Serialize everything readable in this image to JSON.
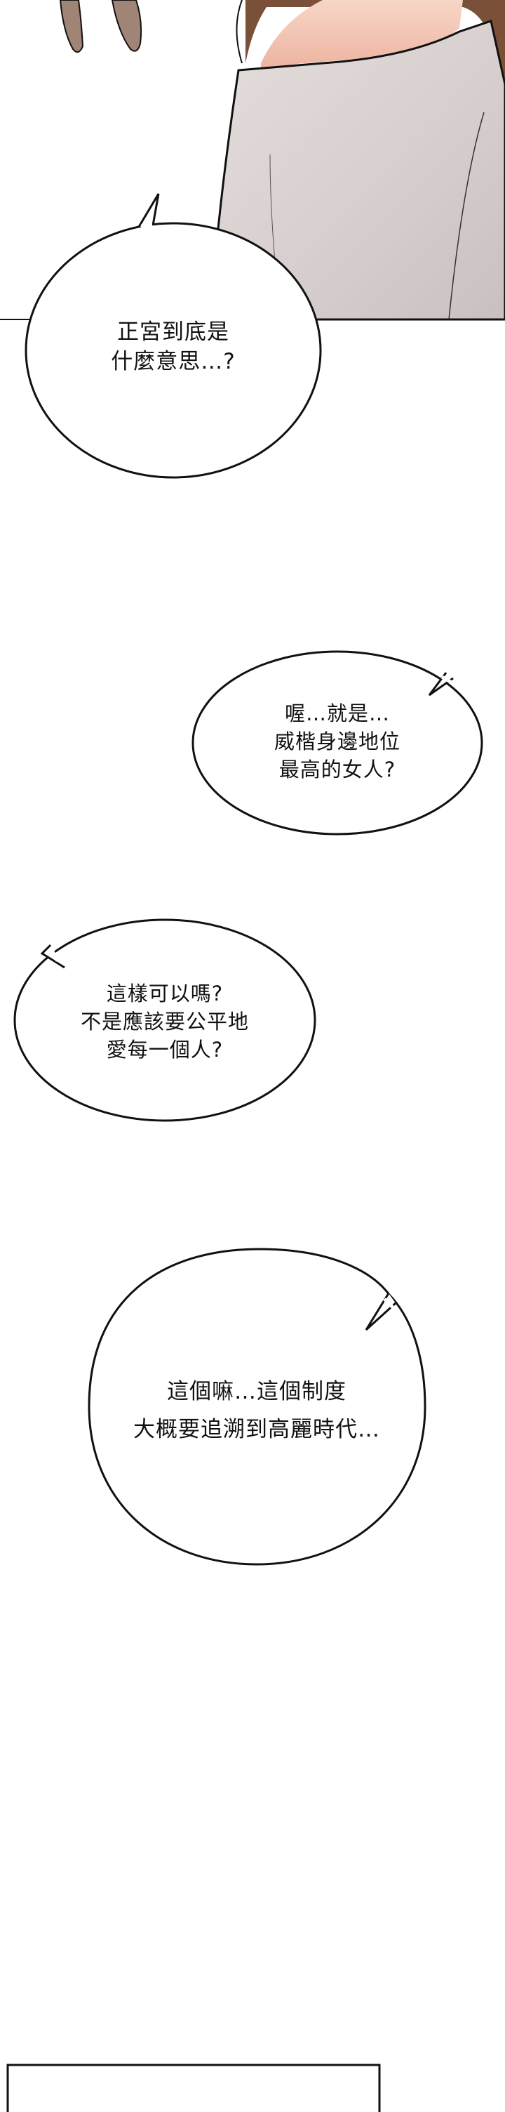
{
  "page": {
    "background": "#ffffff"
  },
  "top_panel": {
    "colors": {
      "shirt": "#d9d2d1",
      "skin": "#f3c7b6",
      "hair": "#7a5038",
      "ears": "#a08577",
      "outline": "#111111"
    }
  },
  "bubbles": [
    {
      "lines": [
        "正宮到底是",
        "什麼意思…?"
      ]
    },
    {
      "lines": [
        "喔…就是…",
        "威楷身邊地位",
        "最高的女人?"
      ]
    },
    {
      "lines": [
        "這樣可以嗎?",
        "不是應該要公平地",
        "愛每一個人?"
      ]
    },
    {
      "lines": [
        "這個嘛…這個制度",
        "大概要追溯到高麗時代…"
      ]
    }
  ]
}
